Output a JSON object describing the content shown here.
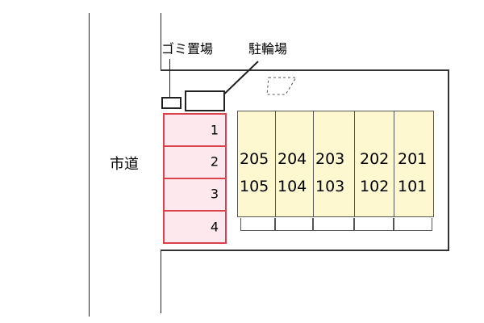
{
  "road": {
    "label": "市道"
  },
  "facilities": {
    "garbage_label": "ゴミ置場",
    "bicycle_label": "駐輪場"
  },
  "parking": {
    "spaces": [
      "1",
      "2",
      "3",
      "4"
    ]
  },
  "building": {
    "columns": [
      {
        "upper": "205",
        "lower": "105"
      },
      {
        "upper": "204",
        "lower": "104"
      },
      {
        "upper": "203",
        "lower": "103"
      },
      {
        "upper": "202",
        "lower": "102"
      },
      {
        "upper": "201",
        "lower": "101"
      }
    ]
  },
  "colors": {
    "building_fill": "#fdf8cf",
    "parking_fill": "#fde8ee",
    "parking_border": "#d9414d",
    "site_border": "#333333"
  }
}
